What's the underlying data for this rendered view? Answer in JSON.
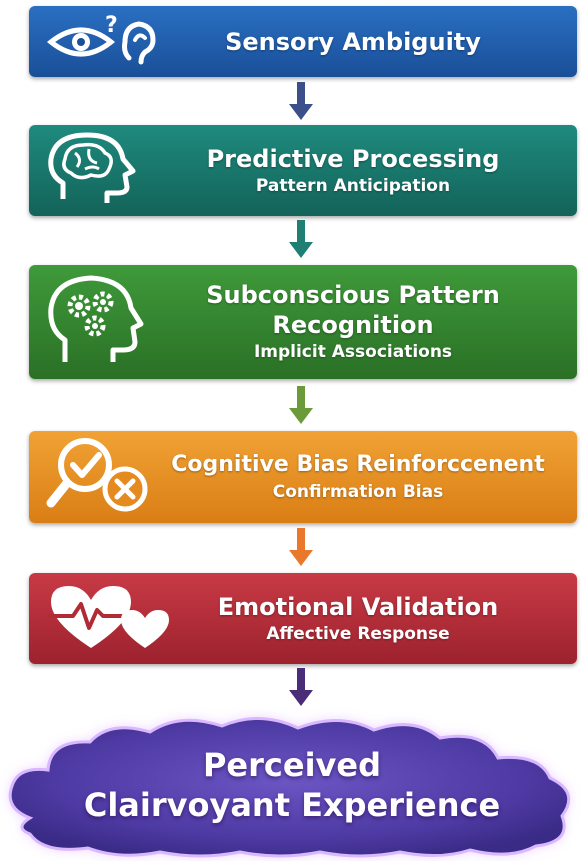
{
  "steps": [
    {
      "title": "Sensory Ambiguity",
      "subtitle": "",
      "icon": "eye-ear-question-icon",
      "color": "#2a6fc2"
    },
    {
      "title": "Predictive Processing",
      "subtitle": "Pattern Anticipation",
      "icon": "brain-head-icon",
      "color": "#1f8a7e"
    },
    {
      "title_line1": "Subconscious Pattern",
      "title_line2": "Recognition",
      "subtitle": "Implicit Associations",
      "icon": "head-gears-icon",
      "color": "#3f9a3a"
    },
    {
      "title": "Cognitive Bias Reinforccenent",
      "subtitle": "Confirmation Bias",
      "icon": "magnifier-check-x-icon",
      "color": "#f1a234"
    },
    {
      "title": "Emotional Validation",
      "subtitle": "Affective Response",
      "icon": "heartbeat-heart-icon",
      "color": "#c83a45"
    }
  ],
  "arrow_colors": [
    "#3b4f8a",
    "#1f7f73",
    "#6a9a3a",
    "#e9782a",
    "#4b2c78"
  ],
  "outcome": {
    "line1": "Perceived",
    "line2": "Clairvoyant Experience",
    "color": "#6a4bb8"
  }
}
